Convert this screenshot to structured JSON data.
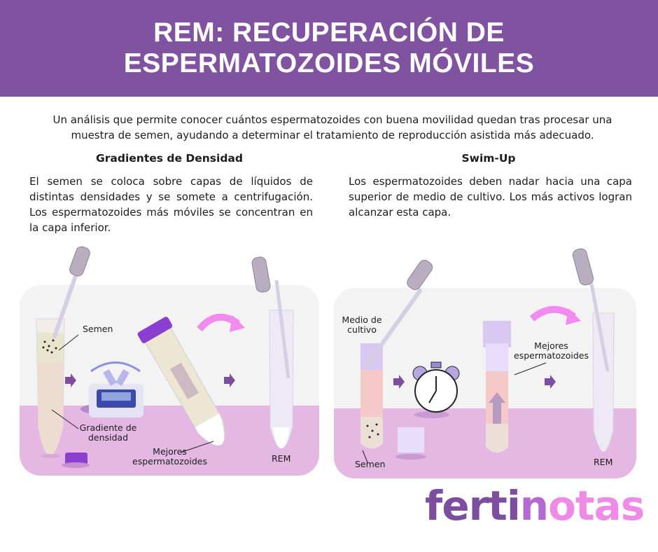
{
  "header": {
    "title_line1": "REM: RECUPERACIÓN DE",
    "title_line2": "ESPERMATOZOIDES MÓVILES",
    "bg_color": "#8053a0"
  },
  "intro": {
    "text": "Un análisis que permite conocer cuántos espermatozoides con buena movilidad quedan tras procesar una muestra de semen, ayudando a determinar el tratamiento de reproducción asistida más adecuado."
  },
  "sections": [
    {
      "title": "Gradientes de Densidad",
      "description": "El semen se coloca sobre capas de líquidos de distintas densidades y se somete a centrifugación. Los espermatozoides más móviles se concentran en la capa inferior.",
      "labels": {
        "semen": "Semen",
        "gradient_line1": "Gradiente de",
        "gradient_line2": "densidad",
        "best_line1": "Mejores",
        "best_line2": "espermatozoides",
        "rem": "REM"
      },
      "icons": [
        "pipette-icon",
        "centrifuge-tube-icon",
        "centrifuge-icon",
        "tube-cap-icon",
        "arrow-right-icon",
        "curved-arrow-icon"
      ]
    },
    {
      "title": "Swim-Up",
      "description": "Los espermatozoides deben nadar hacia una capa superior de medio de cultivo. Los más activos logran alcanzar esta capa.",
      "labels": {
        "medium_line1": "Medio de",
        "medium_line2": "cultivo",
        "semen": "Semen",
        "best_line1": "Mejores",
        "best_line2": "espermatozoides",
        "rem": "REM"
      },
      "icons": [
        "pipette-icon",
        "test-tube-icon",
        "alarm-clock-icon",
        "tube-cap-icon",
        "arrow-right-icon",
        "curved-arrow-icon"
      ]
    }
  ],
  "logo": {
    "part1": "ferti",
    "part2": "n",
    "part3": "otas"
  },
  "colors": {
    "purple": "#8053a0",
    "floor": "#e4b8e2",
    "panel_bg": "#f3f3f3",
    "arrow": "#7d4ea0",
    "pink_arrow": "#f28bf0"
  }
}
